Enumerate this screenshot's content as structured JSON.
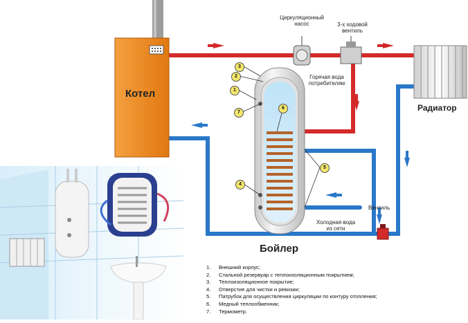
{
  "labels": {
    "boiler_unit": "Котел",
    "radiator": "Радиатор",
    "tank": "Бойлер",
    "pump": "Циркуляционный насос",
    "valve3": "3-х ходовой вентиль",
    "hot_water": "Горячая вода потребителям",
    "cold_water": "Холодная вода из сети",
    "valve": "Вентиль"
  },
  "callouts": [
    "1",
    "2",
    "3",
    "4",
    "5",
    "6",
    "7"
  ],
  "legend": [
    {
      "num": "1.",
      "text": "Внешний корпус;"
    },
    {
      "num": "2.",
      "text": "Стальной резервуар с теплоизоляционным покрытием;"
    },
    {
      "num": "3.",
      "text": "Теплоизоляционное покрытие;"
    },
    {
      "num": "4.",
      "text": "Отверстие для чистки и ревизии;"
    },
    {
      "num": "5.",
      "text": "Патрубок для осуществления циркуляции по контуру отопления;"
    },
    {
      "num": "6.",
      "text": "Медный теплообменник;"
    },
    {
      "num": "7.",
      "text": "Термометр."
    }
  ],
  "colors": {
    "hot_pipe": "#d32a2a",
    "cold_pipe": "#2a78c8",
    "boiler_body": "#f08a1e",
    "tank_shell": "#e8e8e8",
    "coil": "#b5622a"
  }
}
